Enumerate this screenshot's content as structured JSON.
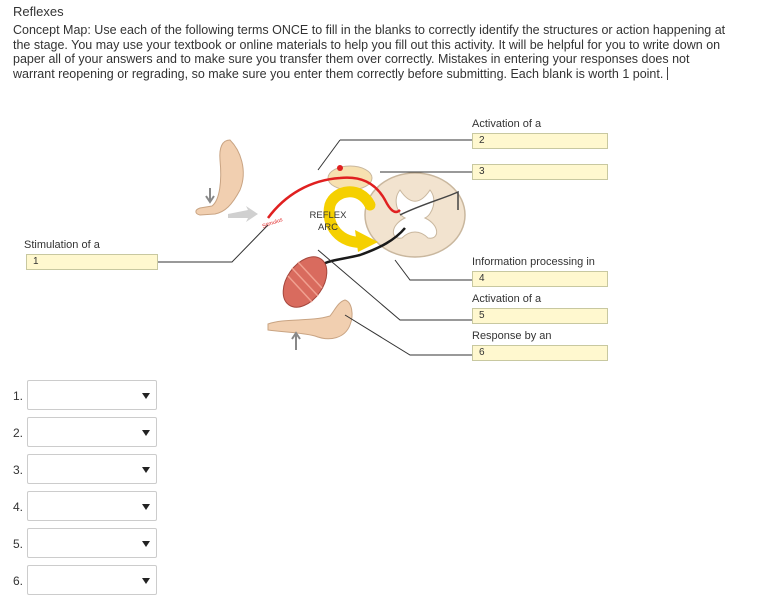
{
  "title": "Reflexes",
  "instructions": "Concept Map: Use each of the following terms ONCE to fill in the blanks to correctly identify the structures or action happening at the stage.  You may use your textbook or online materials to help you fill out this activity. It will be helpful for you to write down on paper all of your answers and to make sure you transfer them over correctly. Mistakes in entering your responses does not warrant reopening or regrading, so make sure you enter them correctly before submitting. Each blank is worth 1 point.",
  "figure": {
    "reflex_arc_label_line1": "REFLEX",
    "reflex_arc_label_line2": "ARC",
    "stimulus_label": "Stimulus",
    "labels": {
      "stimulation": "Stimulation of a",
      "activation_a": "Activation of a",
      "information": "Information processing in",
      "activation_b": "Activation of a",
      "response": "Response by an"
    },
    "blanks": [
      "1",
      "2",
      "3",
      "4",
      "5",
      "6"
    ]
  },
  "answers": [
    {
      "number": "1.",
      "selected": ""
    },
    {
      "number": "2.",
      "selected": ""
    },
    {
      "number": "3.",
      "selected": ""
    },
    {
      "number": "4.",
      "selected": ""
    },
    {
      "number": "5.",
      "selected": ""
    },
    {
      "number": "6.",
      "selected": ""
    }
  ],
  "colors": {
    "blank_fill": "#fff8cf",
    "sensory_neuron": "#e02020",
    "motor_neuron": "#1a1a1a",
    "arc_arrow": "#f5d000"
  }
}
